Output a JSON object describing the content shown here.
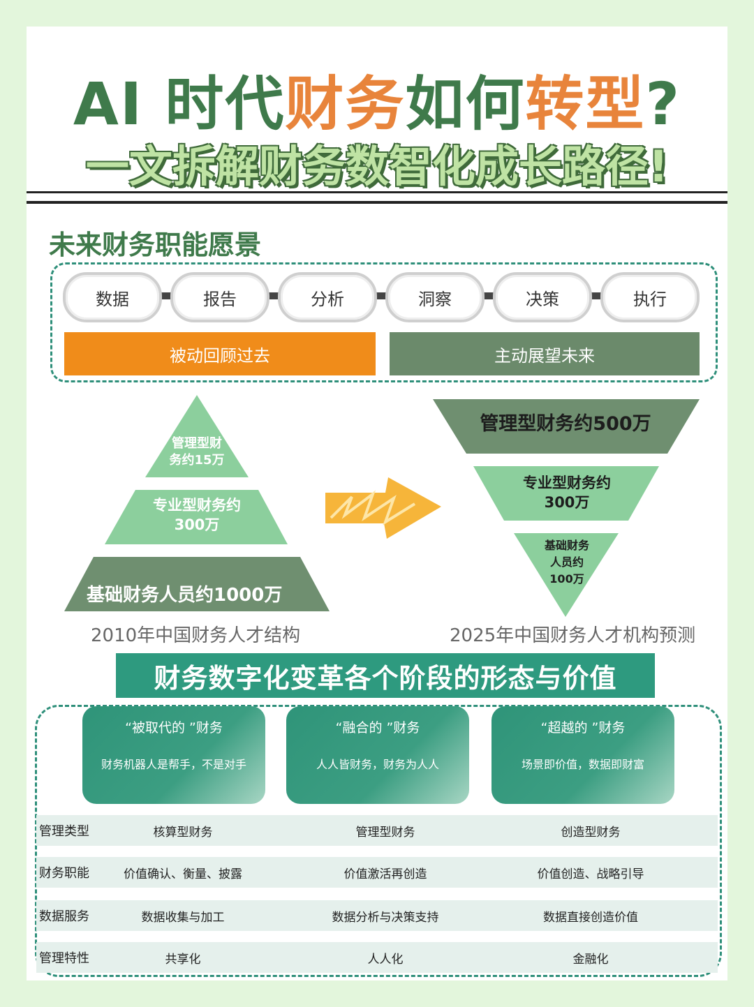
{
  "header": {
    "title_part1": "AI 时代",
    "title_part2": "财务",
    "title_part3": "如何",
    "title_part4": "转型",
    "title_part5": "?",
    "subtitle": "一文拆解财务数智化成长路径!"
  },
  "vision": {
    "title": "未来财务职能愿景",
    "chain": [
      "数据",
      "报告",
      "分析",
      "洞察",
      "决策",
      "执行"
    ],
    "band_left": "被动回顾过去",
    "band_right": "主动展望未来"
  },
  "structure_2010": {
    "caption": "2010年中国财务人才结构",
    "levels": [
      {
        "line1": "管理型财",
        "line2": "务约15万"
      },
      {
        "line1": "专业型财务约",
        "line2": "300万"
      },
      {
        "line1": "基础财务人员约1000万",
        "line2": ""
      }
    ]
  },
  "structure_2025": {
    "caption": "2025年中国财务人才机构预测",
    "levels": [
      {
        "line1": "管理型财务约500万",
        "line2": "",
        "line3": ""
      },
      {
        "line1": "专业型财务约",
        "line2": "300万",
        "line3": ""
      },
      {
        "line1": "基础财务",
        "line2": "人员约",
        "line3": "100万"
      }
    ]
  },
  "stages": {
    "banner": "财务数字化变革各个阶段的形态与价值",
    "cards": [
      {
        "title": "“被取代的 ”财务",
        "desc": "财务机器人是帮手，不是对手"
      },
      {
        "title": "“融合的 ”财务",
        "desc": "人人皆财务，财务为人人"
      },
      {
        "title": "“超越的 ”财务",
        "desc": "场景即价值，数据即财富"
      }
    ],
    "rows": [
      {
        "head": "管理类型",
        "c1": "核算型财务",
        "c2": "管理型财务",
        "c3": "创造型财务"
      },
      {
        "head": "财务职能",
        "c1": "价值确认、衡量、披露",
        "c2": "价值激活再创造",
        "c3": "价值创造、战略引导"
      },
      {
        "head": "数据服务",
        "c1": "数据收集与加工",
        "c2": "数据分析与决策支持",
        "c3": "数据直接创造价值"
      },
      {
        "head": "管理特性",
        "c1": "共享化",
        "c2": "人人化",
        "c3": "金融化"
      }
    ]
  }
}
